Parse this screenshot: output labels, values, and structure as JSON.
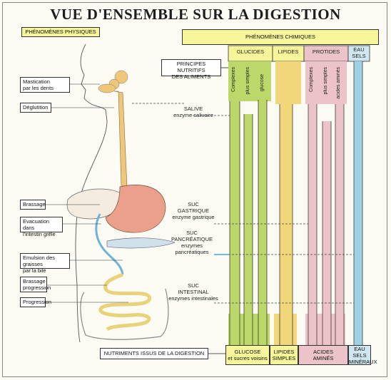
{
  "title": "VUE D'ENSEMBLE SUR LA DIGESTION",
  "physical_header": "PHÉNOMÈNES PHYSIQUES",
  "chemical_header": "PHÉNOMÈNES CHIMIQUES",
  "nutrients_principles": [
    "PRINCIPES NUTRITIFS",
    "DES ALIMENTS"
  ],
  "categories": {
    "glucides": "GLUCIDES",
    "lipides": "LIPIDES",
    "protides": "PROTIDES",
    "eau": [
      "EAU",
      "SELS"
    ]
  },
  "subcategories": {
    "glucides": [
      "Complexes",
      "plus simples",
      "glucose"
    ],
    "protides": [
      "Complexes",
      "plus simples",
      "acides aminés"
    ]
  },
  "physical_steps": {
    "mastication": [
      "Mastication",
      "par les dents"
    ],
    "deglutition": "Déglutition",
    "brassage": "Brassage",
    "evacuation": [
      "Evacuation dans",
      "l'intestin grêle"
    ],
    "emulsion": [
      "Emulsion des graisses",
      "par la bile"
    ],
    "brassage_progression": [
      "Brassage",
      "progression"
    ],
    "progression": "Progression"
  },
  "juices": {
    "salive": [
      "SALIVE",
      "enzyme salivaire"
    ],
    "suc_gastrique": [
      "SUC",
      "GASTRIQUE",
      "enzyme gastrique"
    ],
    "suc_pancreatique": [
      "SUC",
      "PANCRÉATIQUE",
      "enzymes",
      "pancréatiques"
    ],
    "suc_intestinal": [
      "SUC",
      "INTESTINAL",
      "enzymes intestinales"
    ]
  },
  "digestion_products_label": "NUTRIMENTS ISSUS DE LA DIGESTION",
  "products": {
    "glucose": [
      "GLUCOSE",
      "et sucres voisins"
    ],
    "lipides": [
      "LIPIDES",
      "SIMPLES"
    ],
    "acides": [
      "ACIDES",
      "AMINÉS"
    ],
    "eau": [
      "EAU",
      "SELS",
      "MINÉRAUX"
    ]
  },
  "colors": {
    "glucides": "#bdd86a",
    "lipides": "#f2d77a",
    "protides": "#ecc3c8",
    "eau": "#9fd0e6",
    "organ": "#f0c67a",
    "stomach": "#eaa08a",
    "yellow_box": "#f6f59a"
  }
}
